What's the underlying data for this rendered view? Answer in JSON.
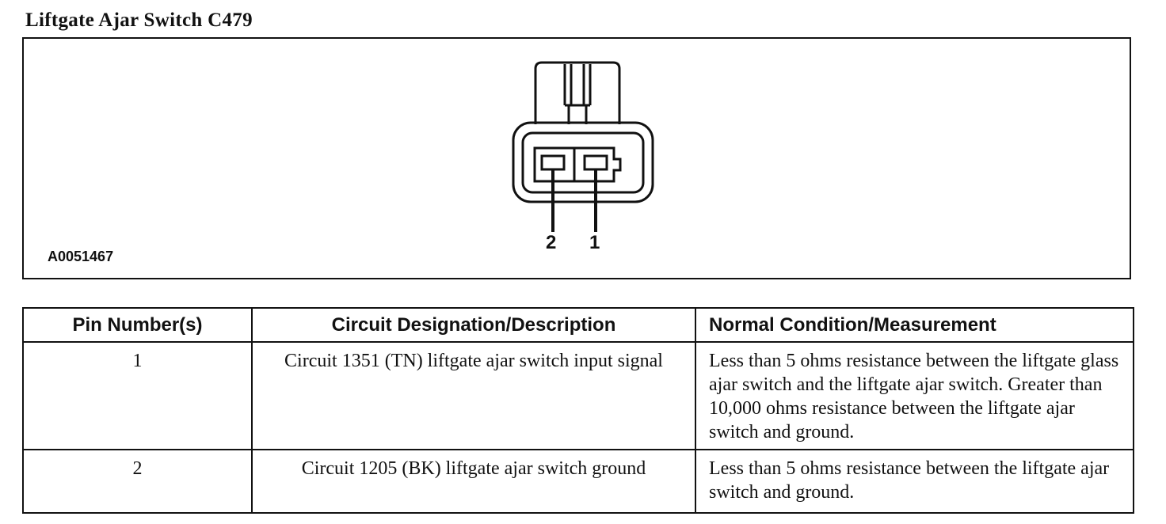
{
  "title": "Liftgate Ajar Switch C479",
  "figure": {
    "id": "A0051467",
    "pin_labels": [
      "2",
      "1"
    ]
  },
  "table": {
    "headers": {
      "pin": "Pin Number(s)",
      "circuit": "Circuit Designation/Description",
      "condition": "Normal Condition/Measurement"
    },
    "rows": [
      {
        "pin": "1",
        "circuit": "Circuit 1351 (TN) liftgate ajar switch input signal",
        "condition": "Less than 5 ohms resistance between the liftgate glass ajar switch and the liftgate ajar switch. Greater than 10,000 ohms resistance between the liftgate ajar switch and ground."
      },
      {
        "pin": "2",
        "circuit": "Circuit 1205 (BK) liftgate ajar switch ground",
        "condition": "Less than 5 ohms resistance between the liftgate ajar switch and ground."
      }
    ]
  }
}
